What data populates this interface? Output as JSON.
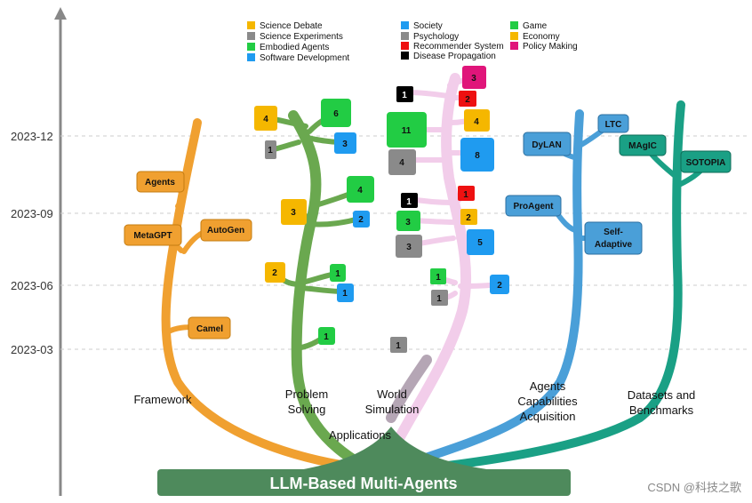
{
  "base_label": "LLM-Based Multi-Agents",
  "applications_label": "Applications",
  "watermark": "CSDN @科技之歌",
  "time_axis": [
    "2023-12",
    "2023-09",
    "2023-06",
    "2023-03"
  ],
  "categories": {
    "framework": "Framework",
    "problem_solving": [
      "Problem",
      "Solving"
    ],
    "world_simulation": [
      "World",
      "Simulation"
    ],
    "agents_capabilities": [
      "Agents",
      "Capabilities",
      "Acquisition"
    ],
    "datasets": [
      "Datasets and",
      "Benchmarks"
    ]
  },
  "legend_problem_solving": [
    {
      "label": "Science Debate",
      "color": "#f5b700"
    },
    {
      "label": "Science Experiments",
      "color": "#8a8a8a"
    },
    {
      "label": "Embodied Agents",
      "color": "#22cc44"
    },
    {
      "label": "Software Development",
      "color": "#1f9bf0"
    }
  ],
  "legend_world_simulation": [
    {
      "label": "Society",
      "color": "#1f9bf0"
    },
    {
      "label": "Psychology",
      "color": "#8a8a8a"
    },
    {
      "label": "Recommender System",
      "color": "#ee1111"
    },
    {
      "label": "Disease Propagation",
      "color": "#000000"
    },
    {
      "label": "Game",
      "color": "#22cc44"
    },
    {
      "label": "Economy",
      "color": "#f5b700"
    },
    {
      "label": "Policy Making",
      "color": "#e0157a"
    }
  ],
  "framework_tags": [
    "Agents",
    "MetaGPT",
    "AutoGen",
    "Camel"
  ],
  "capability_tags": [
    "DyLAN",
    "LTC",
    "ProAgent",
    "Self-",
    "Adaptive"
  ],
  "dataset_tags": [
    "MAgIC",
    "SOTOPIA"
  ],
  "problem_solving_counts": [
    "4",
    "6",
    "1",
    "3",
    "4",
    "3",
    "2",
    "2",
    "1",
    "1",
    "1"
  ],
  "world_simulation_counts": [
    "3",
    "1",
    "2",
    "4",
    "11",
    "8",
    "4",
    "1",
    "1",
    "2",
    "3",
    "5",
    "3",
    "1",
    "2",
    "1",
    "1"
  ],
  "colors": {
    "framework": "#f0a030",
    "problem_solving": "#6aa84f",
    "world_simulation": "#f2cdea",
    "capabilities": "#4a9fd8",
    "datasets": "#1aa085",
    "base": "#4e8a5c"
  }
}
